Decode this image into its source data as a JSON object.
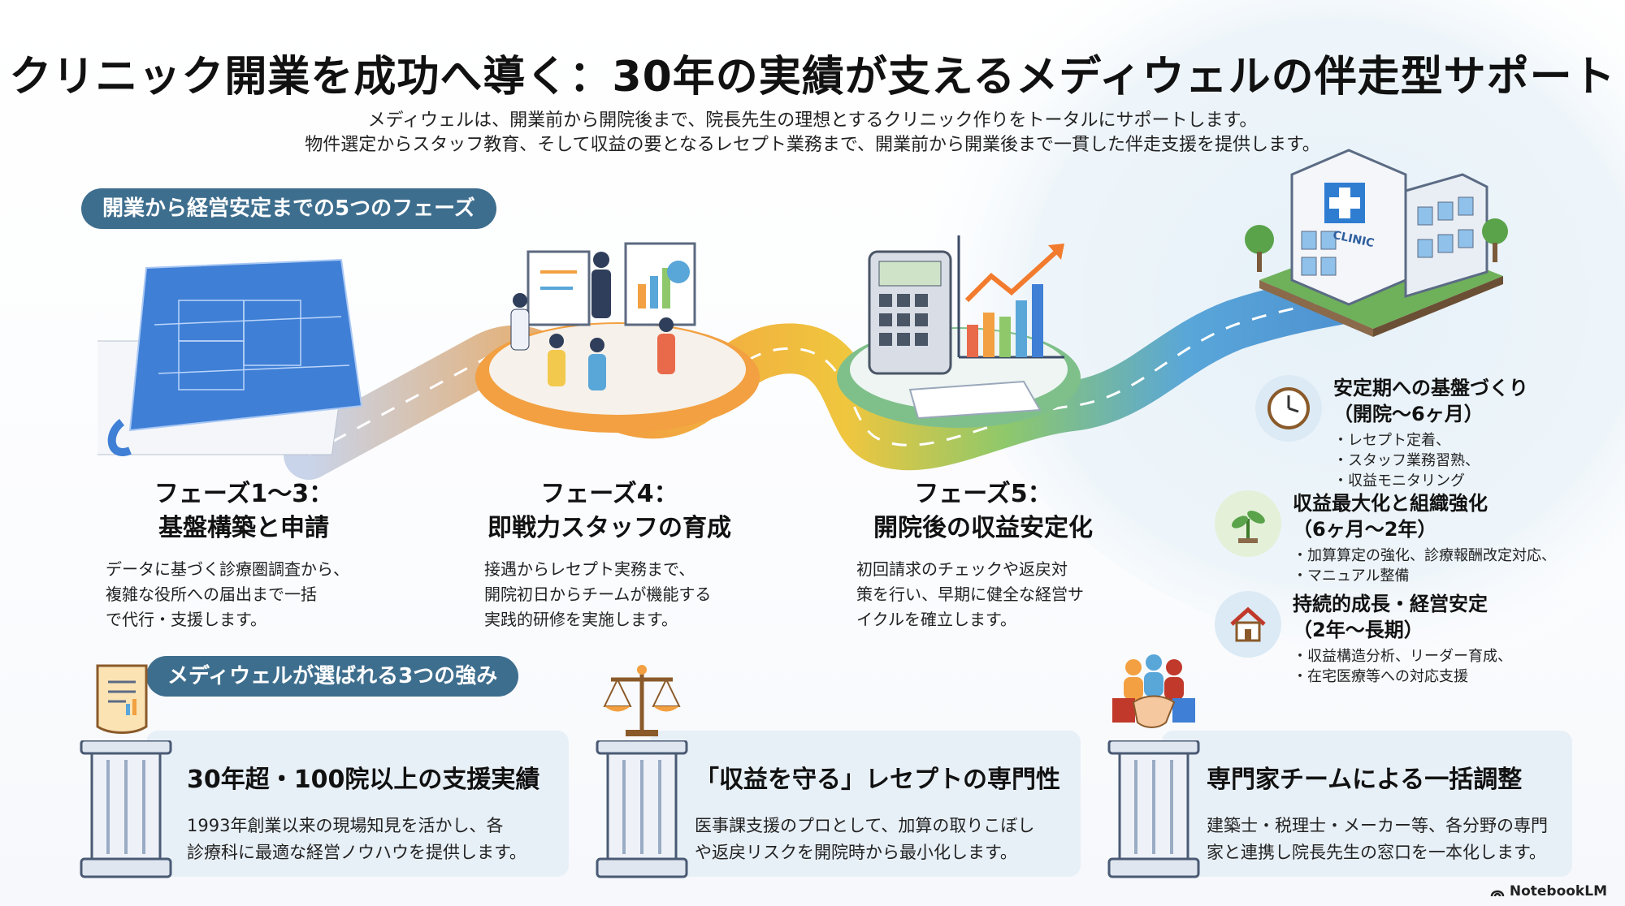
{
  "title": "クリニック開業を成功へ導く：30年の実績が支えるメディウェルの伴走型サポート",
  "subtitle_lines": [
    "メディウェルは、開業前から開院後まで、院長先生の理想とするクリニック作りをトータルにサポートします。",
    "物件選定からスタッフ教育、そして収益の要となるレセプト業務まで、開業前から開業後まで一貫した伴走支援を提供します。"
  ],
  "section_phases": {
    "label": "開業から経営安定までの5つのフェーズ"
  },
  "phases": [
    {
      "title_line1": "フェーズ1〜3：",
      "title_line2": "基盤構築と申請",
      "desc_lines": [
        "データに基づく診療圏調査から、",
        "複雑な役所への届出まで一括",
        "で代行・支援します。"
      ]
    },
    {
      "title_line1": "フェーズ4：",
      "title_line2": "即戦力スタッフの育成",
      "desc_lines": [
        "接遇からレセプト実務まで、",
        "開院初日からチームが機能する",
        "実践的研修を実施します。"
      ]
    },
    {
      "title_line1": "フェーズ5：",
      "title_line2": "開院後の収益安定化",
      "desc_lines": [
        "初回請求のチェックや返戻対",
        "策を行い、早期に健全な経営サ",
        "イクルを確立します。"
      ]
    }
  ],
  "clinic_sign": "CLINIC",
  "milestones": [
    {
      "icon": "clock-icon",
      "title": "安定期への基盤づくり",
      "period": "（開院〜6ヶ月）",
      "items": [
        "レセプト定着、",
        "スタッフ業務習熟、",
        "収益モニタリング"
      ]
    },
    {
      "icon": "sprout-icon",
      "title": "収益最大化と組織強化",
      "period": "（6ヶ月〜2年）",
      "items": [
        "加算算定の強化、診療報酬改定対応、",
        "マニュアル整備"
      ]
    },
    {
      "icon": "house-icon",
      "title": "持続的成長・経営安定",
      "period": "（2年〜長期）",
      "items": [
        "収益構造分析、リーダー育成、",
        "在宅医療等への対応支援"
      ]
    }
  ],
  "section_strengths": {
    "label": "メディウェルが選ばれる3つの強み"
  },
  "strengths": [
    {
      "icon": "certificate-icon",
      "title": "30年超・100院以上の支援実績",
      "desc_lines": [
        "1993年創業以来の現場知見を活かし、各",
        "診療科に最適な経営ノウハウを提供します。"
      ]
    },
    {
      "icon": "scale-icon",
      "title": "「収益を守る」レセプトの専門性",
      "desc_lines": [
        "医事課支援のプロとして、加算の取りこぼし",
        "や返戻リスクを開院時から最小化します。"
      ]
    },
    {
      "icon": "handshake-icon",
      "title": "専門家チームによる一括調整",
      "desc_lines": [
        "建築士・税理士・メーカー等、各分野の専門",
        "家と連携し院長先生の窓口を一本化します。"
      ]
    }
  ],
  "brand": "NotebookLM",
  "colors": {
    "pill": "#3e6e8e",
    "card": "#e8f0f7",
    "road_start": "#f2a041",
    "road_end": "#59a6d9"
  }
}
